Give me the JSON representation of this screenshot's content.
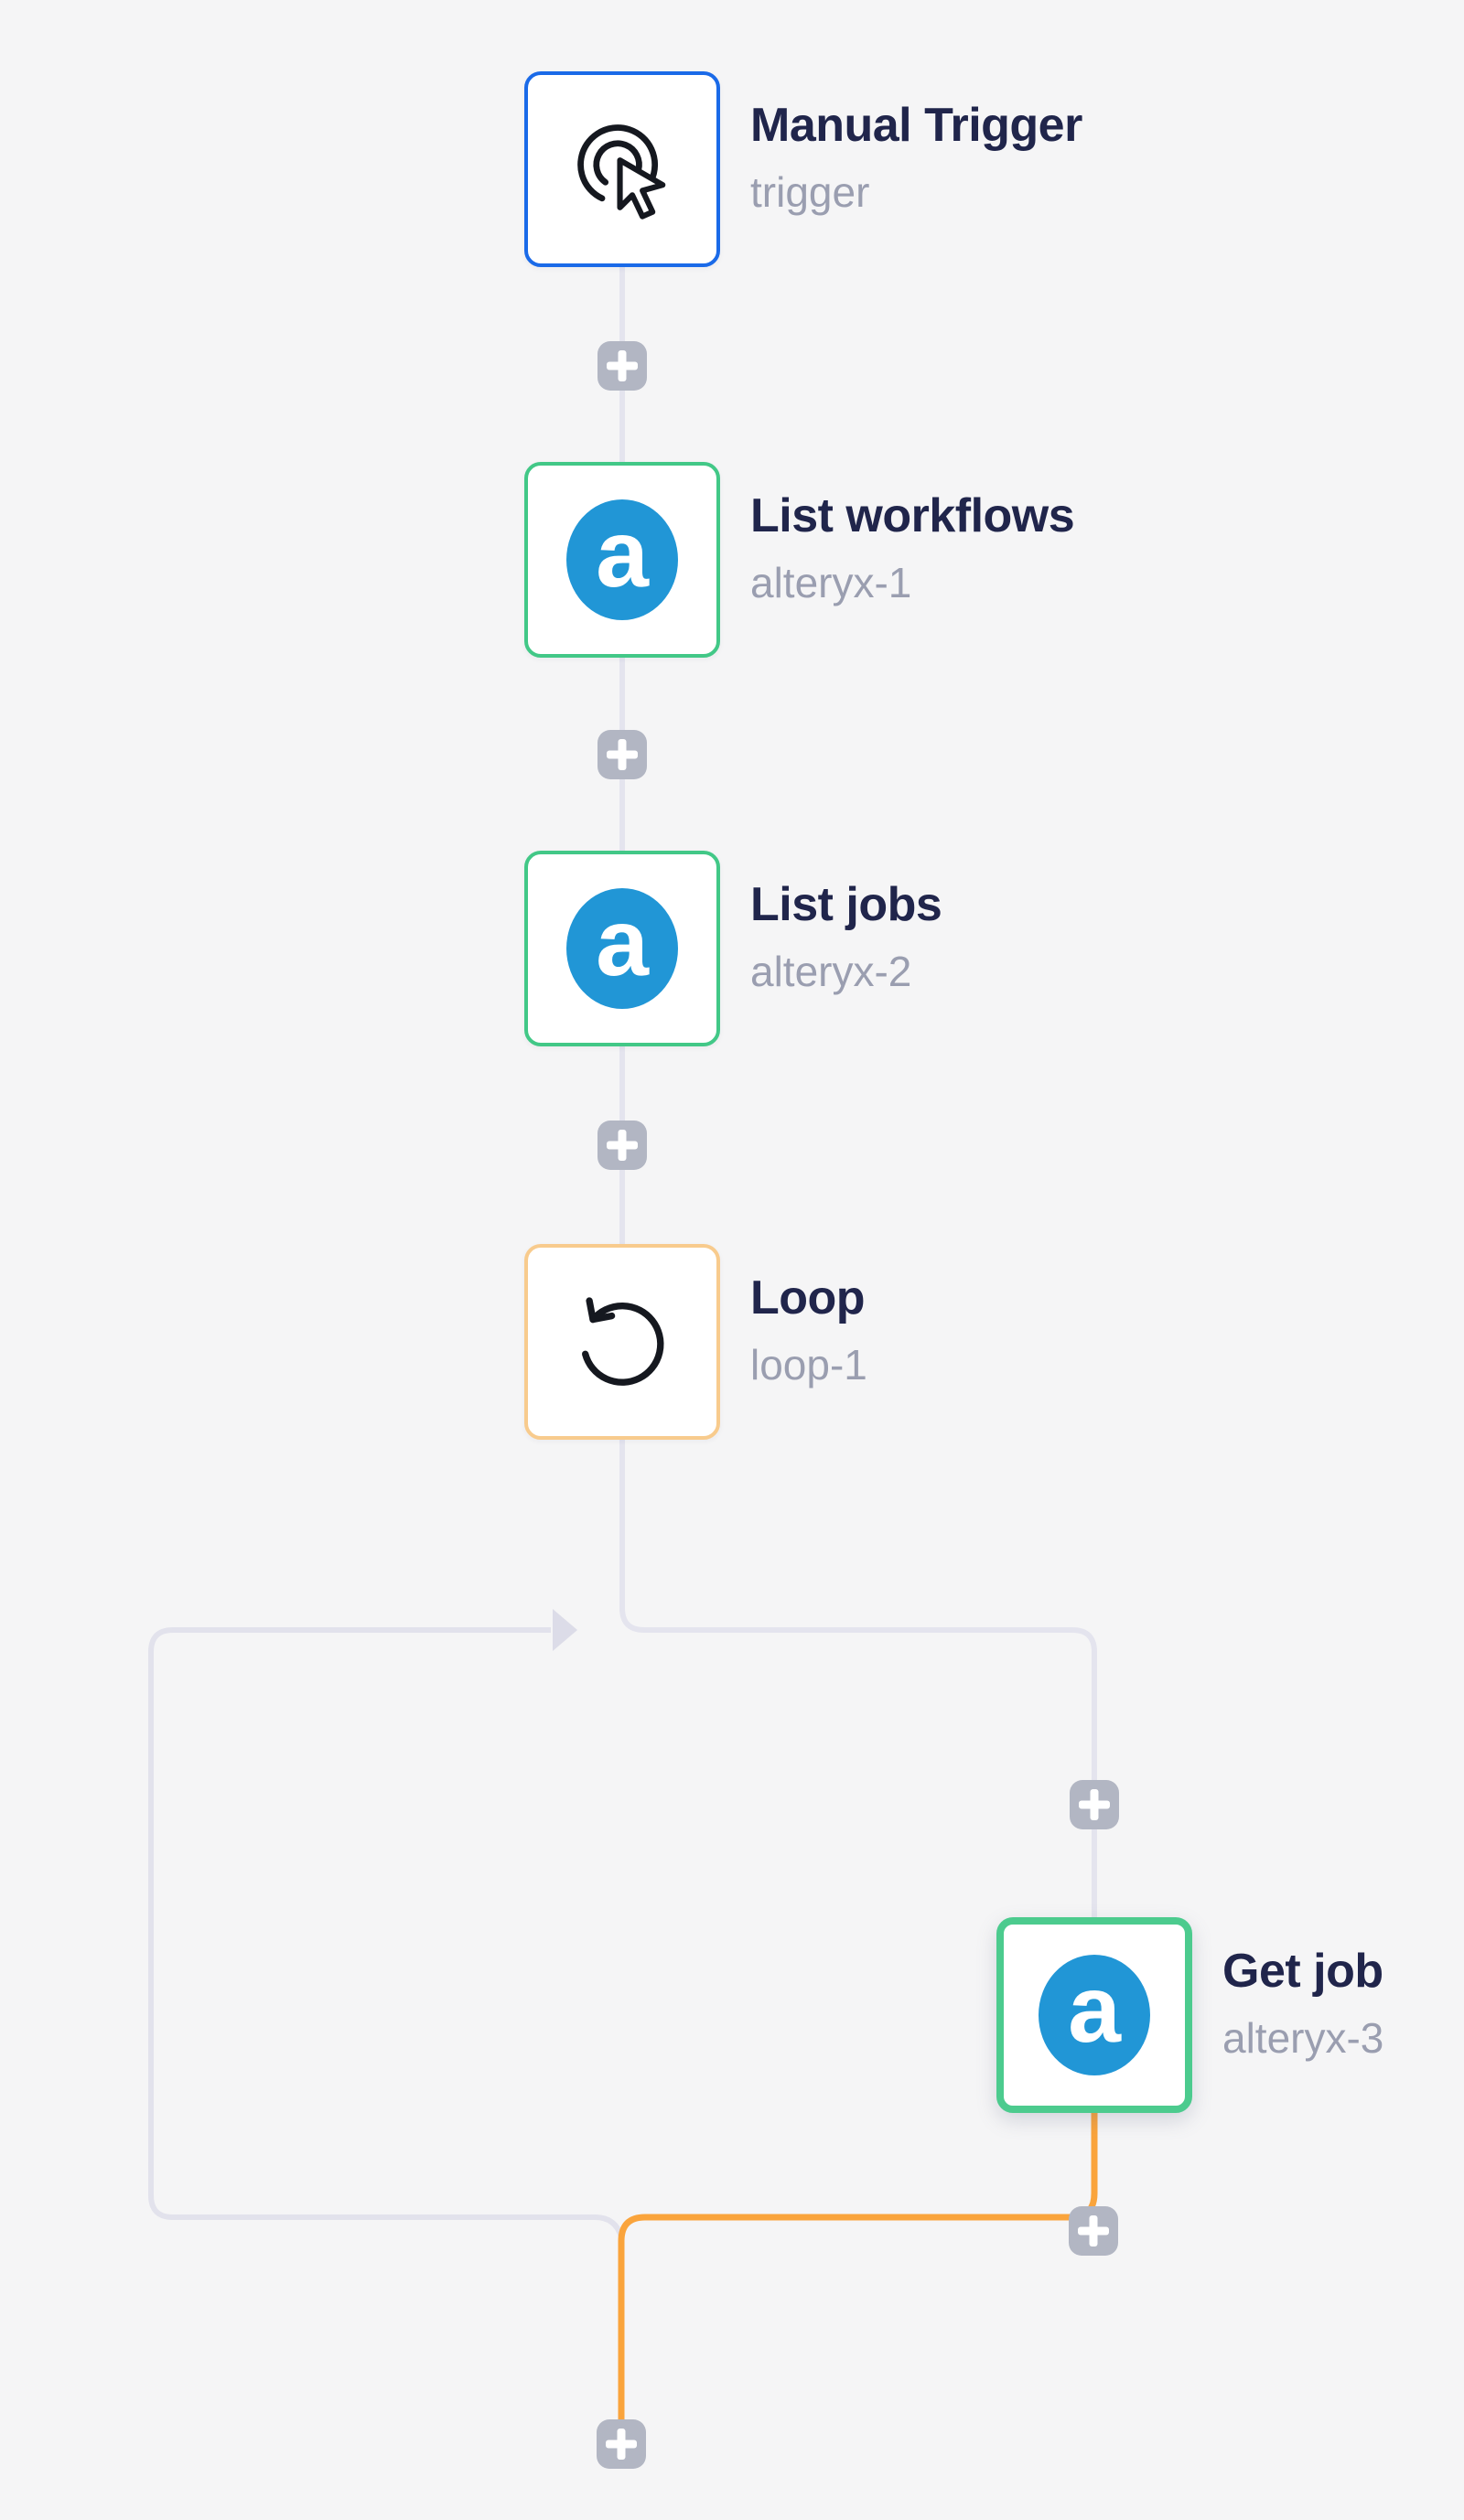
{
  "app": {
    "type": "workflow-builder-canvas",
    "background_color": "#f5f5f6"
  },
  "workflow": {
    "nodes": [
      {
        "title": "Manual Trigger",
        "subtitle": "trigger",
        "icon": "manual-trigger-icon",
        "border_color": "#1a6ae8",
        "state": "trigger"
      },
      {
        "title": "List workflows",
        "subtitle": "alteryx-1",
        "icon": "alteryx-logo-icon",
        "logo_text": "a",
        "border_color": "#42c887",
        "state": "default"
      },
      {
        "title": "List jobs",
        "subtitle": "alteryx-2",
        "icon": "alteryx-logo-icon",
        "logo_text": "a",
        "border_color": "#42c887",
        "state": "default"
      },
      {
        "title": "Loop",
        "subtitle": "loop-1",
        "icon": "loop-icon",
        "border_color": "#f8cb8d",
        "state": "default"
      },
      {
        "title": "Get job",
        "subtitle": "alteryx-3",
        "icon": "alteryx-logo-icon",
        "logo_text": "a",
        "border_color": "#4ccb8e",
        "state": "selected"
      }
    ],
    "add_step_buttons": {
      "count": 6,
      "icon": "plus-icon"
    },
    "connectors": {
      "default_color": "#e4e4ee",
      "active_path_color": "#faa43c",
      "loop_return_arrow": "right-arrow-icon"
    },
    "colors": {
      "plus_button_bg": "#b2b6c3",
      "node_title": "#20254b",
      "node_subtitle": "#9a9eb0",
      "alteryx_logo_bg": "#2196d6",
      "trigger_border": "#1a6ae8",
      "connector_border_green": "#42c887",
      "loop_border_amber": "#f8cb8d",
      "selected_border_green": "#4ccb8e"
    }
  }
}
